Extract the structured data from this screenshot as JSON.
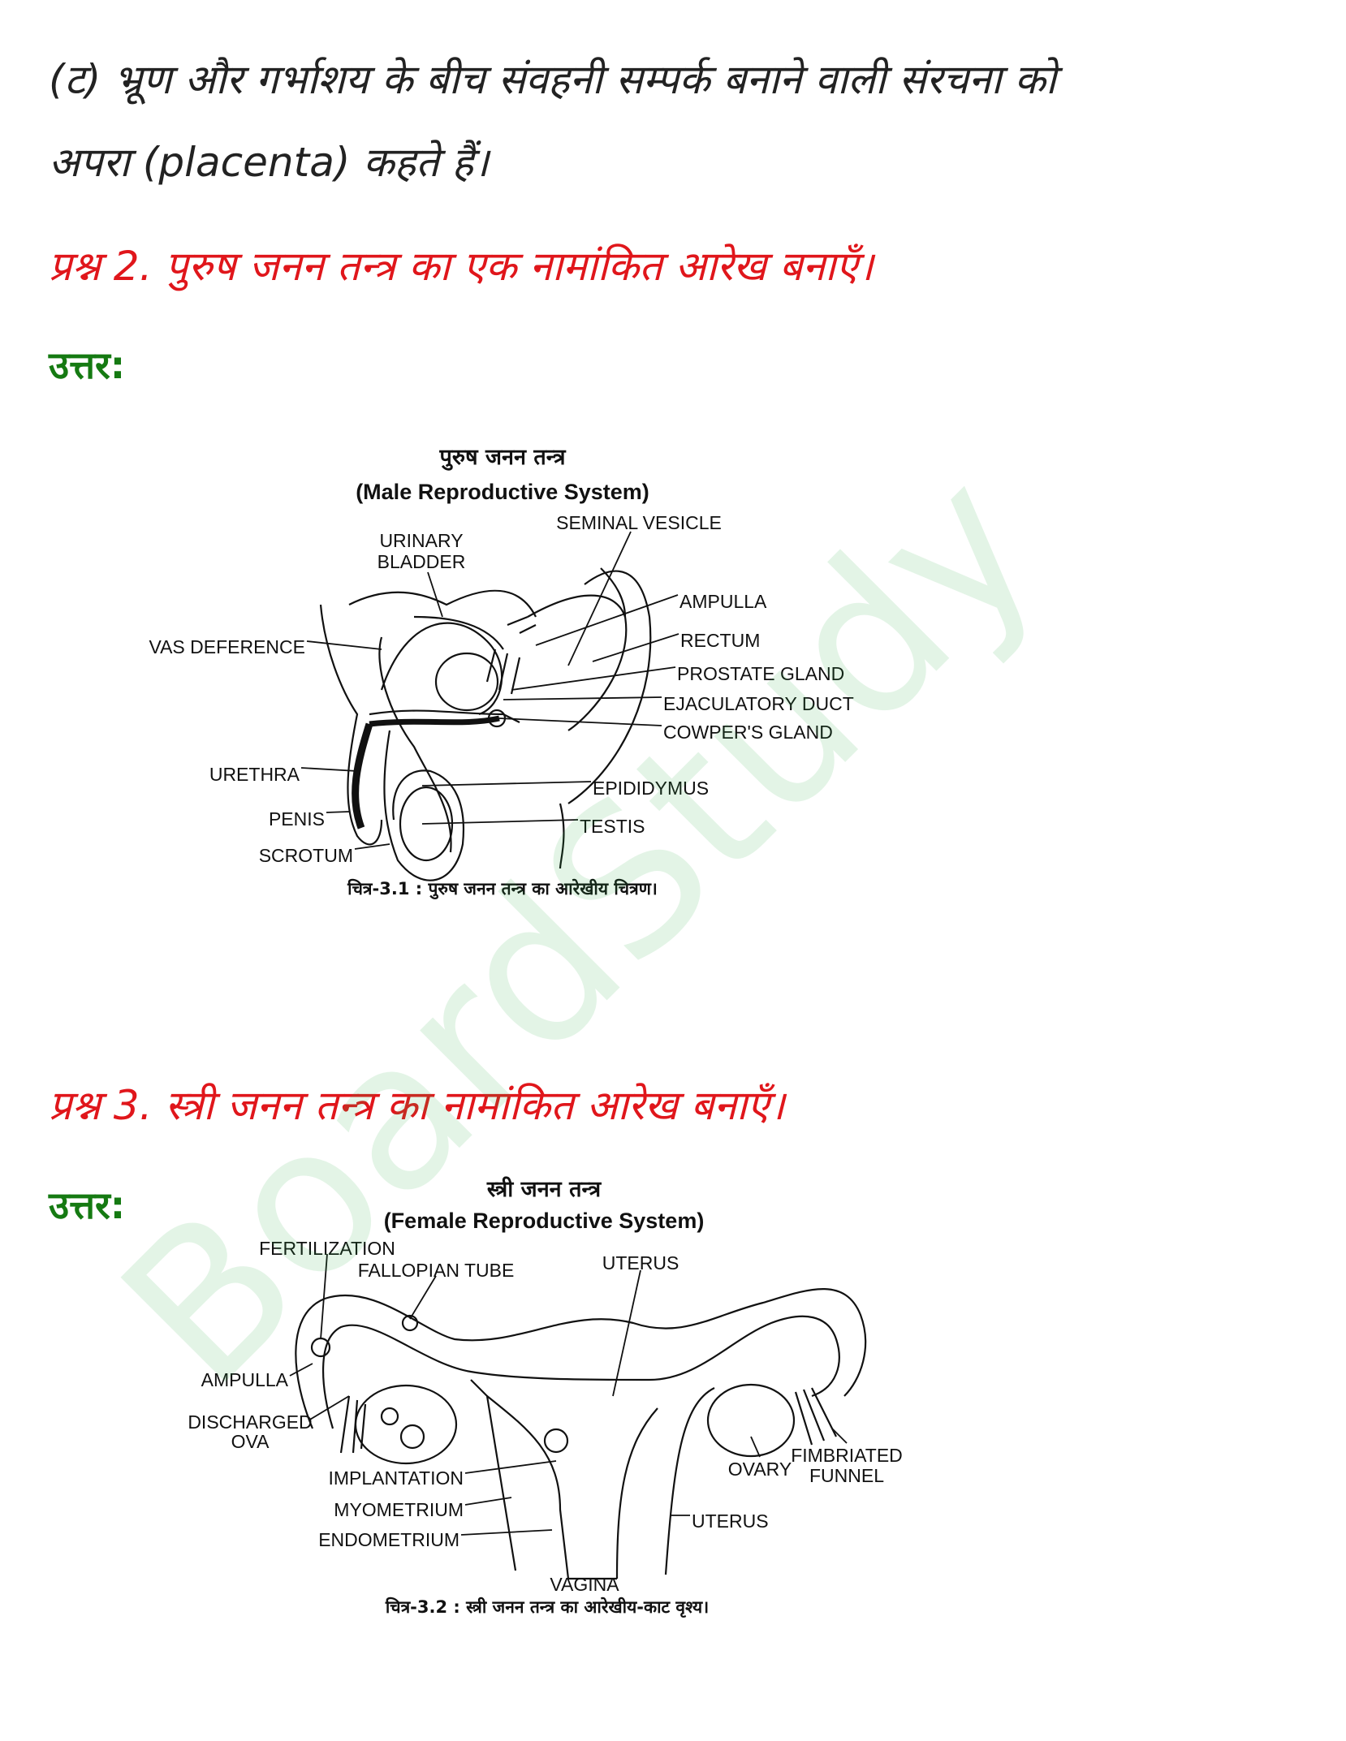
{
  "text": {
    "line1": "(ट) भ्रूण और गर्भाशय के बीच संवहनी सम्पर्क बनाने वाली संरचना को",
    "line2": "अपरा (placenta) कहते हैं।",
    "q2": "प्रश्न 2. पुरुष जनन तन्त्र का एक नामांकित आरेख बनाएँ।",
    "answer1": "उत्तर:",
    "q3": "प्रश्न 3. स्त्री जनन तन्त्र का नामांकित आरेख बनाएँ।",
    "answer2": "उत्तर:"
  },
  "watermark": "BoardStudy",
  "colors": {
    "question": "#e0161b",
    "answer": "#157a12",
    "body": "#222222",
    "watermark": "#2fb34a"
  },
  "male_diagram": {
    "title_hindi": "पुरुष जनन तन्त्र",
    "title_english": "(Male Reproductive System)",
    "labels": {
      "urinary": "URINARY",
      "bladder": "BLADDER",
      "seminal_vesicle": "SEMINAL VESICLE",
      "ampulla": "AMPULLA",
      "rectum": "RECTUM",
      "prostate_gland": "PROSTATE GLAND",
      "ejaculatory_duct": "EJACULATORY DUCT",
      "cowpers_gland": "COWPER'S GLAND",
      "vas_deference": "VAS DEFERENCE",
      "urethra": "URETHRA",
      "penis": "PENIS",
      "scrotum": "SCROTUM",
      "epididymus": "EPIDIDYMUS",
      "testis": "TESTIS"
    },
    "caption": "चित्र-3.1 : पुरुष जनन तन्त्र का आरेखीय चित्रण।"
  },
  "female_diagram": {
    "title_hindi": "स्त्री जनन तन्त्र",
    "title_english": "(Female Reproductive System)",
    "labels": {
      "fertilization": "FERTILIZATION",
      "fallopian_tube": "FALLOPIAN TUBE",
      "uterus_top": "UTERUS",
      "ampulla": "AMPULLA",
      "discharged": "DISCHARGED",
      "ova": "OVA",
      "implantation": "IMPLANTATION",
      "myometrium": "MYOMETRIUM",
      "endometrium": "ENDOMETRIUM",
      "uterus_side": "UTERUS",
      "ovary": "OVARY",
      "fimbriated": "FIMBRIATED",
      "funnel": "FUNNEL",
      "vagina": "VAGINA"
    },
    "caption": "चित्र-3.2 : स्त्री जनन तन्त्र का आरेखीय-काट वृश्य।"
  }
}
